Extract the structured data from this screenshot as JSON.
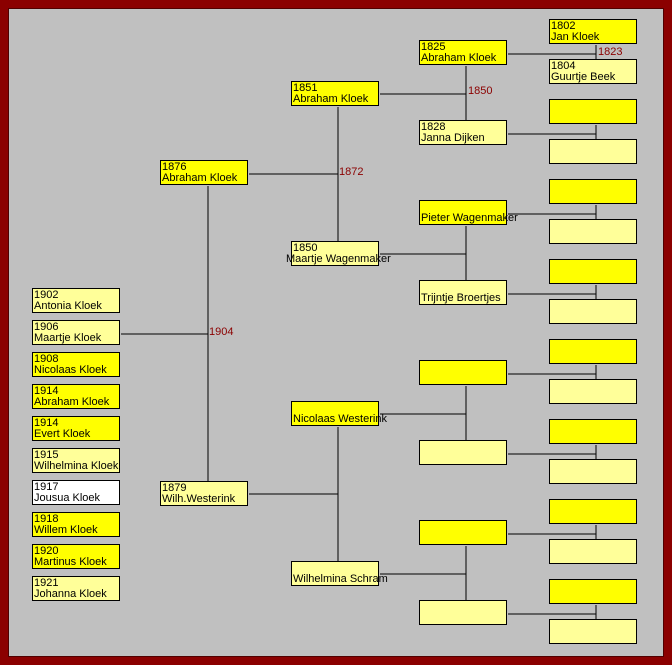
{
  "children": [
    {
      "year": "1902",
      "name": "Antonia Kloek"
    },
    {
      "year": "1906",
      "name": "Maartje Kloek"
    },
    {
      "year": "1908",
      "name": "Nicolaas Kloek"
    },
    {
      "year": "1914",
      "name": "Abraham Kloek"
    },
    {
      "year": "1914",
      "name": "Evert Kloek"
    },
    {
      "year": "1915",
      "name": "Wilhelmina Kloek"
    },
    {
      "year": "1917",
      "name": "Jousua Kloek"
    },
    {
      "year": "1918",
      "name": "Willem Kloek"
    },
    {
      "year": "1920",
      "name": "Martinus Kloek"
    },
    {
      "year": "1921",
      "name": "Johanna Kloek"
    }
  ],
  "gen1": [
    {
      "year": "1876",
      "name": "Abraham Kloek"
    },
    {
      "year": "1879",
      "name": "Wilh.Westerink"
    }
  ],
  "gen2": [
    {
      "year": "1851",
      "name": "Abraham Kloek"
    },
    {
      "year": "1850",
      "name": "Maartje Wagenmaker"
    },
    {
      "year": "",
      "name": "Nicolaas Westerink"
    },
    {
      "year": "",
      "name": "Wilhelmina Schram"
    }
  ],
  "gen3": [
    {
      "year": "1825",
      "name": "Abraham Kloek"
    },
    {
      "year": "1828",
      "name": "Janna Dijken"
    },
    {
      "year": "",
      "name": "Pieter Wagenmaker"
    },
    {
      "year": "",
      "name": "Trijntje Broertjes"
    }
  ],
  "gen4": [
    {
      "year": "1802",
      "name": "Jan Kloek"
    },
    {
      "year": "1804",
      "name": "Guurtje Beek"
    }
  ],
  "marriages": {
    "m1904": "1904",
    "m1872": "1872",
    "m1850": "1850",
    "m1823": "1823"
  },
  "colors": {
    "male": "#ffff00",
    "female": "#ffff99",
    "unknown": "#ffffff",
    "marriage_year": "#8b0000",
    "frame": "#8b0000",
    "background": "#c0c0c0"
  }
}
